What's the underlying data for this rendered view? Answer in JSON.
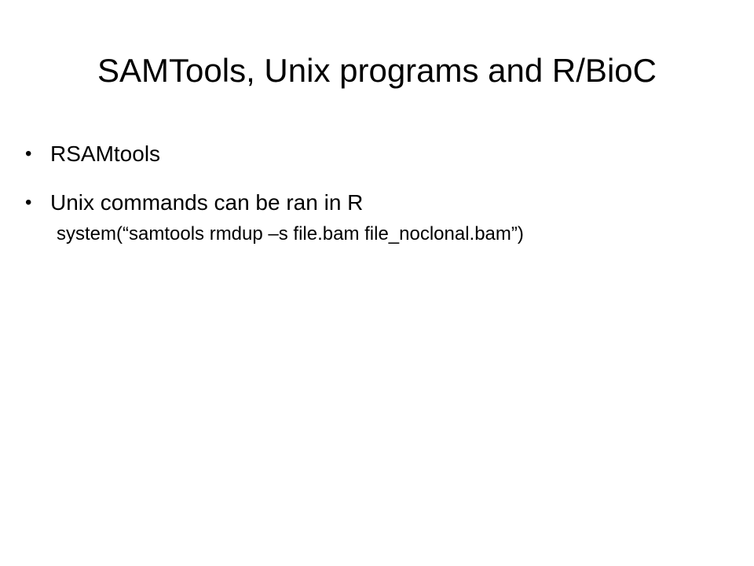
{
  "slide": {
    "title": "SAMTools, Unix programs and R/BioC",
    "bullets": [
      {
        "marker": "•",
        "text": "RSAMtools"
      },
      {
        "marker": "•",
        "text": "Unix commands can be ran in R"
      }
    ],
    "sub_text": "system(“samtools rmdup –s file.bam file_noclonal.bam”)"
  }
}
